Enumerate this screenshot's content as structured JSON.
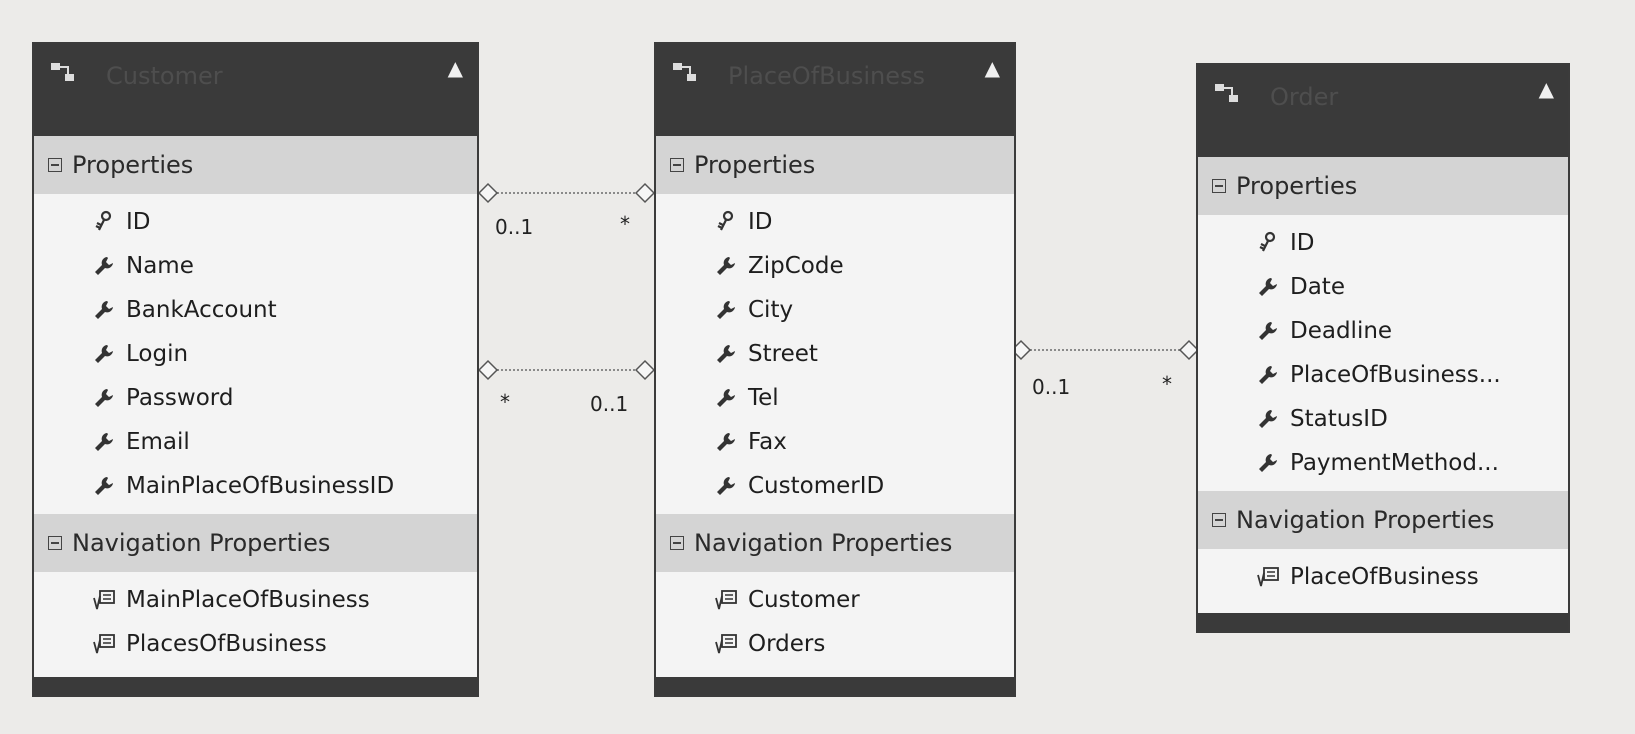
{
  "colors": {
    "background": "#ecebe9",
    "header": "#3a3a3a",
    "section": "#d4d4d4",
    "body": "#f4f4f4"
  },
  "entities": {
    "customer": {
      "title": "Customer",
      "properties_label": "Properties",
      "properties": [
        {
          "name": "ID",
          "icon": "key-icon"
        },
        {
          "name": "Name",
          "icon": "wrench-icon"
        },
        {
          "name": "BankAccount",
          "icon": "wrench-icon"
        },
        {
          "name": "Login",
          "icon": "wrench-icon"
        },
        {
          "name": "Password",
          "icon": "wrench-icon"
        },
        {
          "name": "Email",
          "icon": "wrench-icon"
        },
        {
          "name": "MainPlaceOfBusinessID",
          "icon": "wrench-icon"
        }
      ],
      "nav_label": "Navigation Properties",
      "navigation": [
        {
          "name": "MainPlaceOfBusiness",
          "icon": "navigation-property-icon"
        },
        {
          "name": "PlacesOfBusiness",
          "icon": "navigation-property-icon"
        }
      ]
    },
    "place": {
      "title": "PlaceOfBusiness",
      "properties_label": "Properties",
      "properties": [
        {
          "name": "ID",
          "icon": "key-icon"
        },
        {
          "name": "ZipCode",
          "icon": "wrench-icon"
        },
        {
          "name": "City",
          "icon": "wrench-icon"
        },
        {
          "name": "Street",
          "icon": "wrench-icon"
        },
        {
          "name": "Tel",
          "icon": "wrench-icon"
        },
        {
          "name": "Fax",
          "icon": "wrench-icon"
        },
        {
          "name": "CustomerID",
          "icon": "wrench-icon"
        }
      ],
      "nav_label": "Navigation Properties",
      "navigation": [
        {
          "name": "Customer",
          "icon": "navigation-property-icon"
        },
        {
          "name": "Orders",
          "icon": "navigation-property-icon"
        }
      ]
    },
    "order": {
      "title": "Order",
      "properties_label": "Properties",
      "properties": [
        {
          "name": "ID",
          "icon": "key-icon"
        },
        {
          "name": "Date",
          "icon": "wrench-icon"
        },
        {
          "name": "Deadline",
          "icon": "wrench-icon"
        },
        {
          "name": "PlaceOfBusiness...",
          "icon": "wrench-icon"
        },
        {
          "name": "StatusID",
          "icon": "wrench-icon"
        },
        {
          "name": "PaymentMethod...",
          "icon": "wrench-icon"
        }
      ],
      "nav_label": "Navigation Properties",
      "navigation": [
        {
          "name": "PlaceOfBusiness",
          "icon": "navigation-property-icon"
        }
      ]
    }
  },
  "associations": [
    {
      "from": "Customer",
      "to": "PlaceOfBusiness",
      "from_mult": "0..1",
      "to_mult": "*"
    },
    {
      "from": "Customer",
      "to": "PlaceOfBusiness",
      "from_mult": "*",
      "to_mult": "0..1"
    },
    {
      "from": "PlaceOfBusiness",
      "to": "Order",
      "from_mult": "0..1",
      "to_mult": "*"
    }
  ]
}
